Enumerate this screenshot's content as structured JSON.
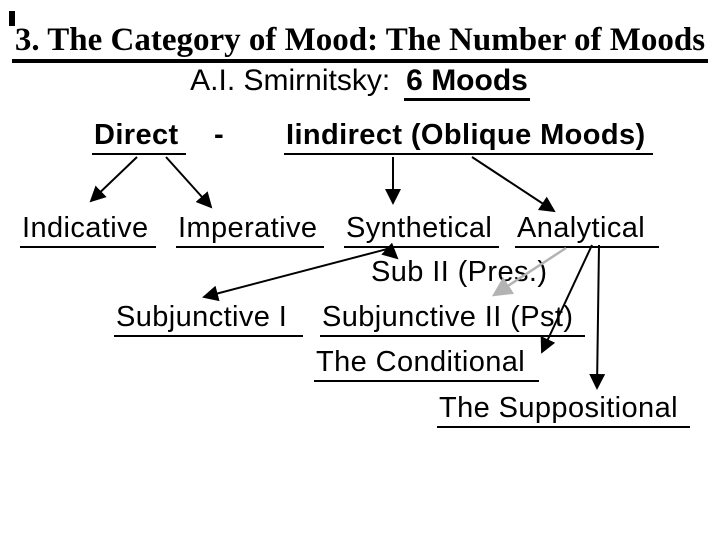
{
  "slide": {
    "title": "3. The Category of Mood: The Number of Moods",
    "author_line": {
      "label": "A.I. Smirnitsky:",
      "count": "6 Moods"
    },
    "branches": {
      "direct": "Direct",
      "separator": "-",
      "indirect": "Iindirect (Oblique Moods)"
    },
    "nodes": {
      "indicative": "Indicative",
      "imperative": "Imperative",
      "synthetical": "Synthetical",
      "analytical": "Analytical",
      "sub_ii_pres": "Sub II (Pres.)",
      "subjunctive_i": "Subjunctive I",
      "subjunctive_ii_pst": "Subjunctive II (Pst)",
      "conditional": "The Conditional",
      "suppositional": "The Suppositional"
    },
    "edges": [
      {
        "from": "Direct",
        "to": "Indicative",
        "style": "black"
      },
      {
        "from": "Direct",
        "to": "Imperative",
        "style": "black"
      },
      {
        "from": "Iindirect (Oblique Moods)",
        "to": "Synthetical",
        "style": "black"
      },
      {
        "from": "Iindirect (Oblique Moods)",
        "to": "Analytical",
        "style": "black"
      },
      {
        "from": "Synthetical",
        "to": "Subjunctive I",
        "style": "black"
      },
      {
        "from": "Synthetical",
        "to": "Sub II (Pres.)",
        "style": "black"
      },
      {
        "from": "Analytical",
        "to": "Subjunctive II (Pst)",
        "style": "gray"
      },
      {
        "from": "Analytical",
        "to": "The Conditional",
        "style": "black"
      },
      {
        "from": "Analytical",
        "to": "The Suppositional",
        "style": "black"
      }
    ],
    "colors": {
      "background": "#ffffff",
      "text": "#000000",
      "gray_arrow": "#b3b3b3"
    }
  }
}
